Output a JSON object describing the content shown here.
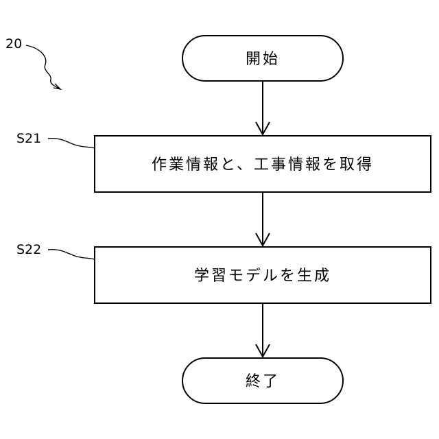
{
  "figure": {
    "ref_number": "20"
  },
  "nodes": {
    "start": {
      "label": "開始"
    },
    "step_s21": {
      "ref": "S21",
      "label": "作業情報と、工事情報を取得"
    },
    "step_s22": {
      "ref": "S22",
      "label": "学習モデルを生成"
    },
    "end": {
      "label": "終了"
    }
  },
  "edges": [
    {
      "from": "start",
      "to": "step_s21"
    },
    {
      "from": "step_s21",
      "to": "step_s22"
    },
    {
      "from": "step_s22",
      "to": "end"
    }
  ]
}
